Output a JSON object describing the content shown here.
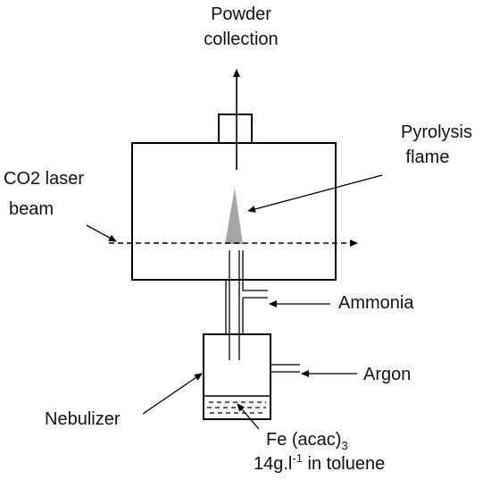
{
  "labels": {
    "powder_line1": "Powder",
    "powder_line2": "collection",
    "pyrolysis_line1": "Pyrolysis",
    "pyrolysis_line2": "flame",
    "laser_line1": "CO2 laser",
    "laser_line2": "beam",
    "ammonia": "Ammonia",
    "argon": "Argon",
    "nebulizer": "Nebulizer",
    "precursor_main": "Fe (acac)",
    "precursor_sub": "3",
    "concentration_main": "14g.l",
    "concentration_sup": "-1",
    "concentration_rest": " in toluene"
  },
  "colors": {
    "stroke": "#000000",
    "flame": "#a6a6a6",
    "text": "#111111"
  }
}
